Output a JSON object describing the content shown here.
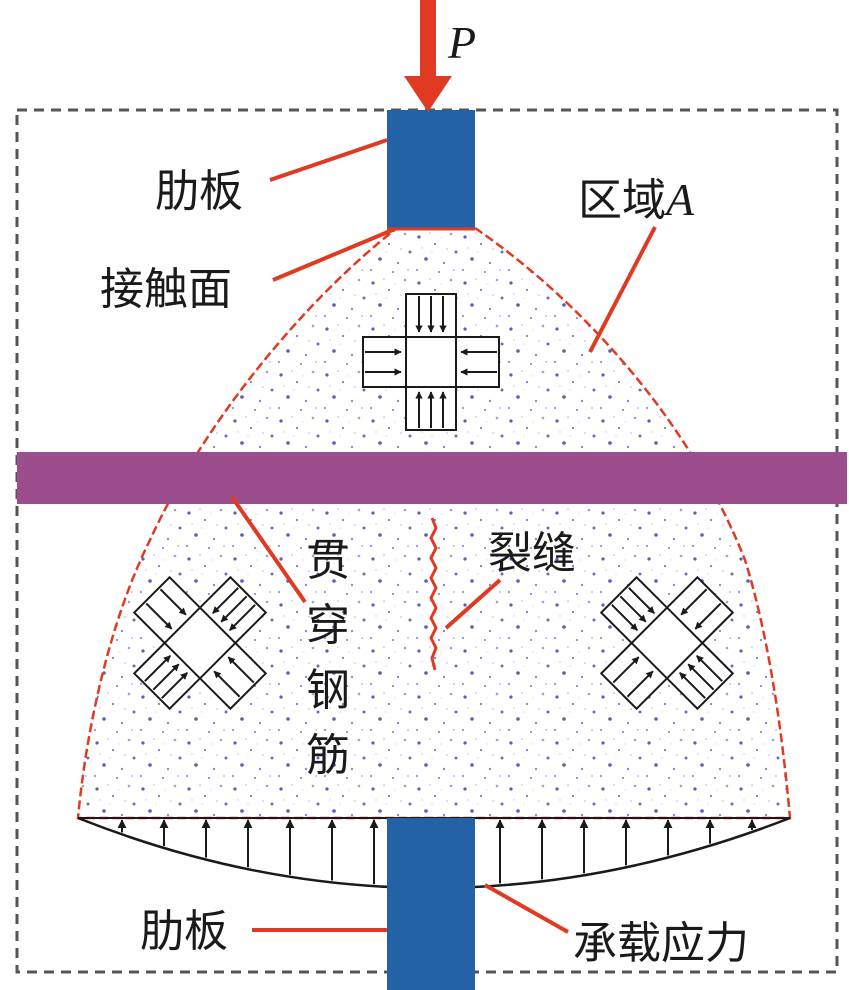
{
  "diagram": {
    "load_label": "P",
    "labels": {
      "rib_top": "肋板",
      "contact_surface": "接触面",
      "region": "区域",
      "region_suffix": "A",
      "through_rebar": [
        "贯",
        "穿",
        "钢",
        "筋"
      ],
      "crack": "裂缝",
      "rib_bottom": "肋板",
      "bearing_stress": "承载应力"
    },
    "colors": {
      "load_arrow": "#e03a22",
      "rib_plate": "#2462a8",
      "rebar": "#9b4d8e",
      "region_outline": "#e03a22",
      "leader_lines": "#e03a22",
      "speckle": "#5c5cb8",
      "boundary": "#555555"
    },
    "icons": [
      "load-arrow",
      "stress-element-cross",
      "crack-line",
      "bearing-stress-arrows"
    ]
  }
}
